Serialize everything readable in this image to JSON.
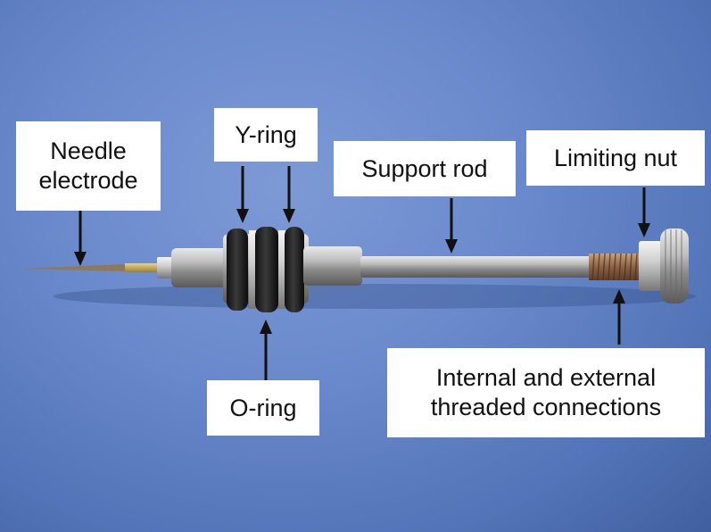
{
  "labels": {
    "needle_electrode": {
      "line1": "Needle",
      "line2": "electrode"
    },
    "y_ring": "Y-ring",
    "support_rod": "Support rod",
    "limiting_nut": "Limiting nut",
    "o_ring": "O-ring",
    "threaded_connections": {
      "line1": "Internal and external",
      "line2": "threaded connections"
    }
  }
}
